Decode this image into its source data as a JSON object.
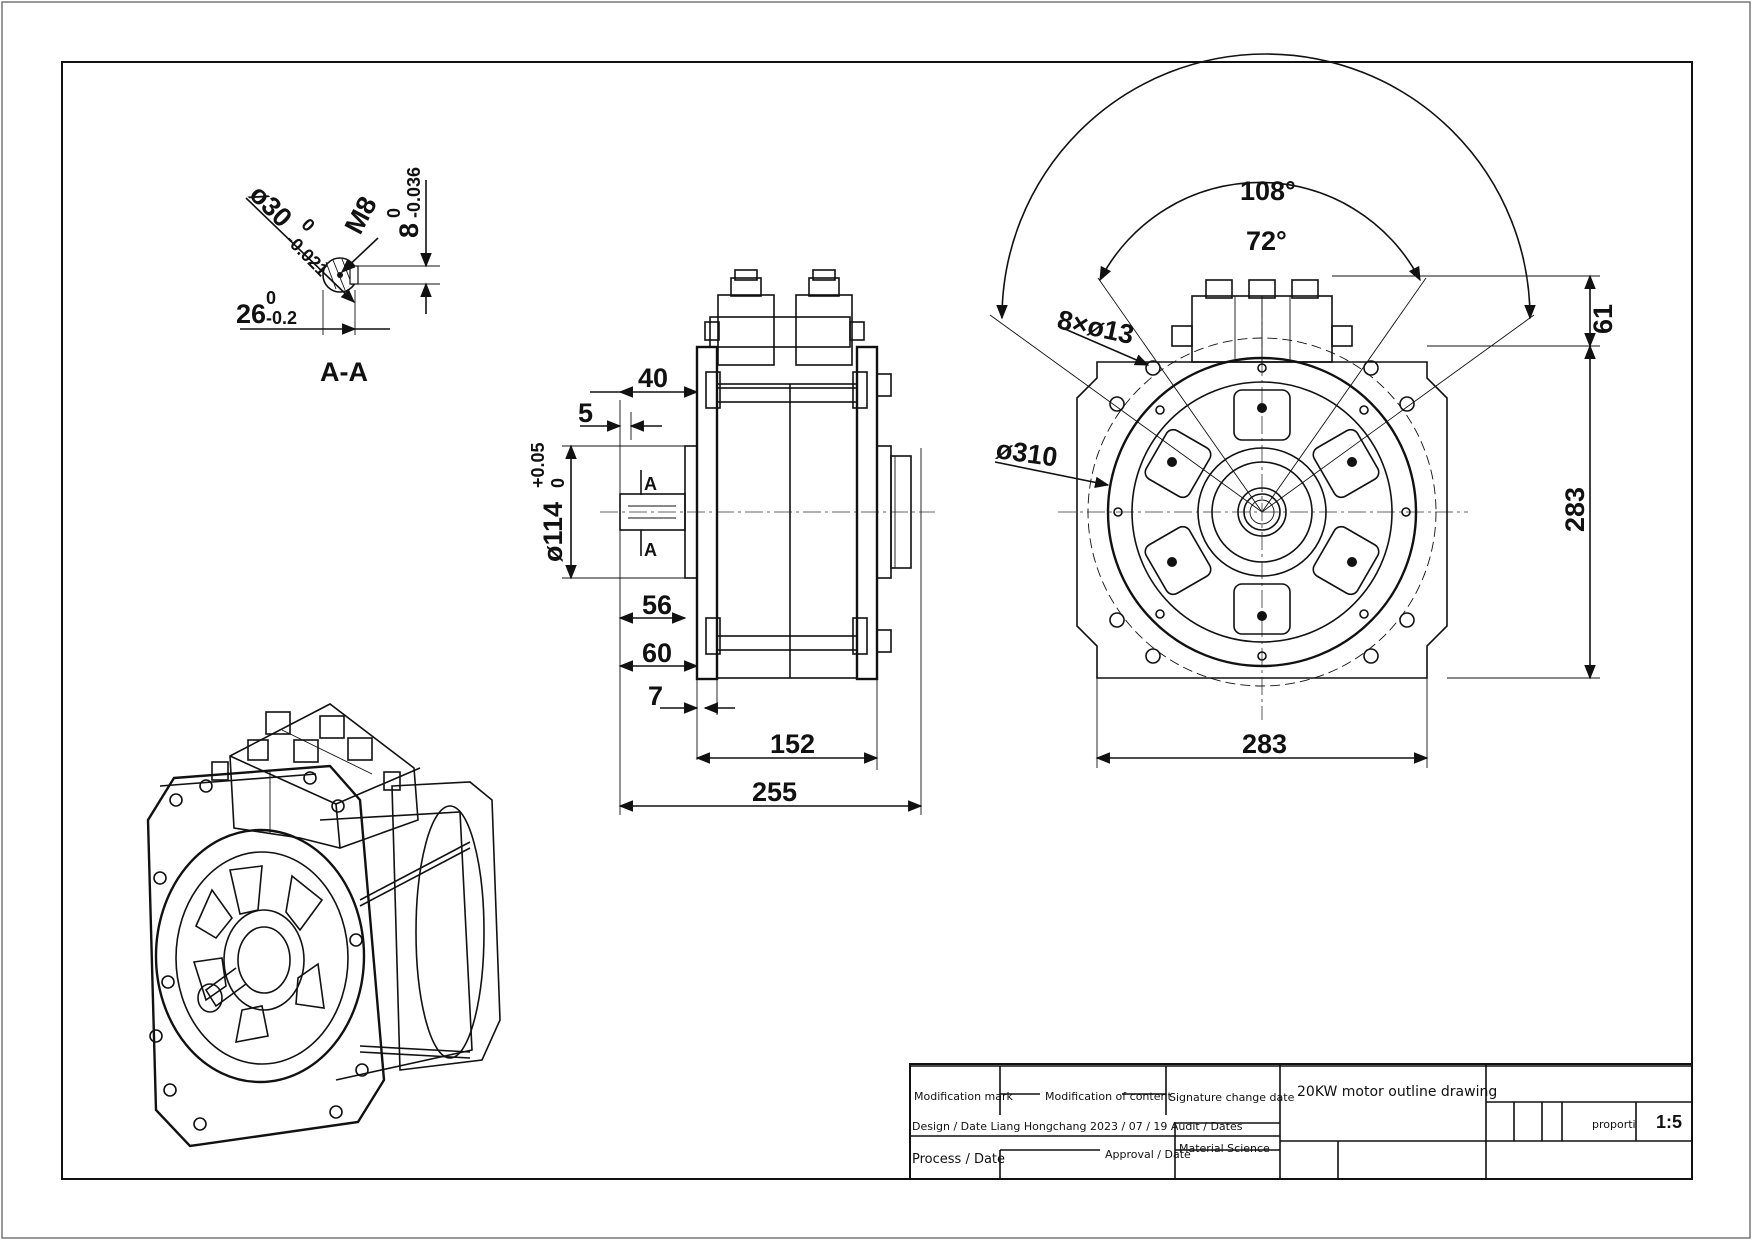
{
  "section_view": {
    "shaft_diameter": "ø30",
    "shaft_tol_upper": "0",
    "shaft_tol_lower": "-0.021",
    "thread": "M8",
    "key_width": "8",
    "key_tol_upper": "0",
    "key_tol_lower": "-0.036",
    "key_depth": "26",
    "key_depth_tol_upper": "0",
    "key_depth_tol_lower": "-0.2",
    "label": "A-A"
  },
  "side_view": {
    "dim_40": "40",
    "dim_5": "5",
    "pilot_diameter": "ø114",
    "pilot_tol_upper": "+0.05",
    "pilot_tol_lower": "0",
    "section_mark": "A",
    "dim_56": "56",
    "dim_60": "60",
    "dim_7": "7",
    "dim_152": "152",
    "dim_255": "255"
  },
  "front_view": {
    "angle_outer": "108°",
    "angle_inner": "72°",
    "holes": "8×ø13",
    "pcd": "ø310",
    "dim_61": "61",
    "height": "283",
    "width": "283"
  },
  "title_block": {
    "modification_mark": "Modification mark",
    "modification_content": "Modification of content",
    "signature_change_date": "Signature change date",
    "drawing_title": "20KW motor outline drawing",
    "design_line": "Design / Date Liang Hongchang 2023 / 07 / 19 Audit / Dates",
    "process_date": "Process / Date",
    "approval_date": "Approval / Date",
    "material": "Material Science",
    "proportion_label": "proporti",
    "scale": "1:5"
  }
}
